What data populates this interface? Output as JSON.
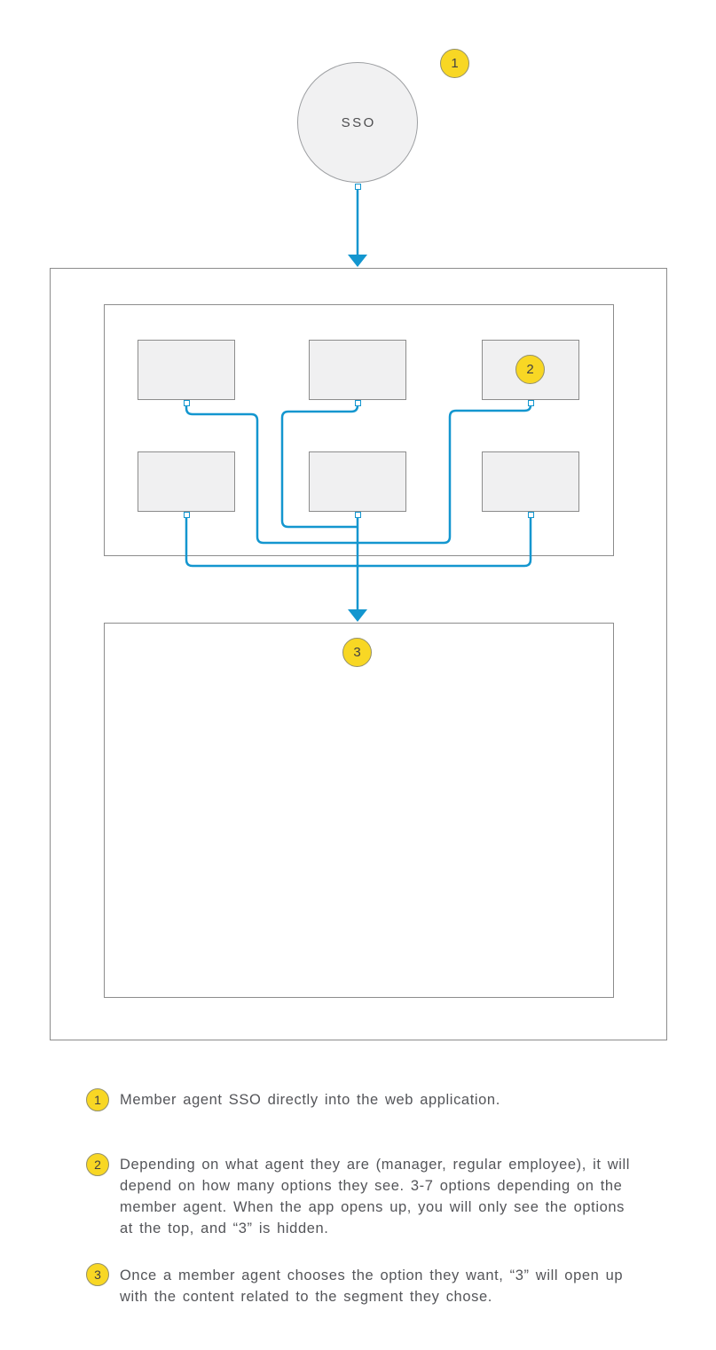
{
  "diagram": {
    "sso_circle": {
      "label": "SSO"
    },
    "callout_badges": [
      {
        "num": "1"
      },
      {
        "num": "2"
      },
      {
        "num": "3"
      }
    ],
    "option_grid": {
      "rows": 2,
      "cols": 3,
      "boxes": 6
    }
  },
  "annotations": [
    {
      "num": "1",
      "text": "Member agent SSO directly into the web application."
    },
    {
      "num": "2",
      "text": "Depending on what agent they are (manager, regular employee), it will depend on how many options they see. 3-7 options depending on the member agent. When the app opens up, you will only see the options at the top, and “3” is hidden."
    },
    {
      "num": "3",
      "text": "Once a member agent chooses the option they want, “3” will open up with the content related to the segment they chose."
    }
  ],
  "colors": {
    "accent_blue": "#1396cf",
    "badge_yellow": "#f8d724",
    "badge_border": "#93906b",
    "shape_fill": "#f0f0f1",
    "shape_border": "#8c8c8c",
    "text_gray": "#545559"
  }
}
